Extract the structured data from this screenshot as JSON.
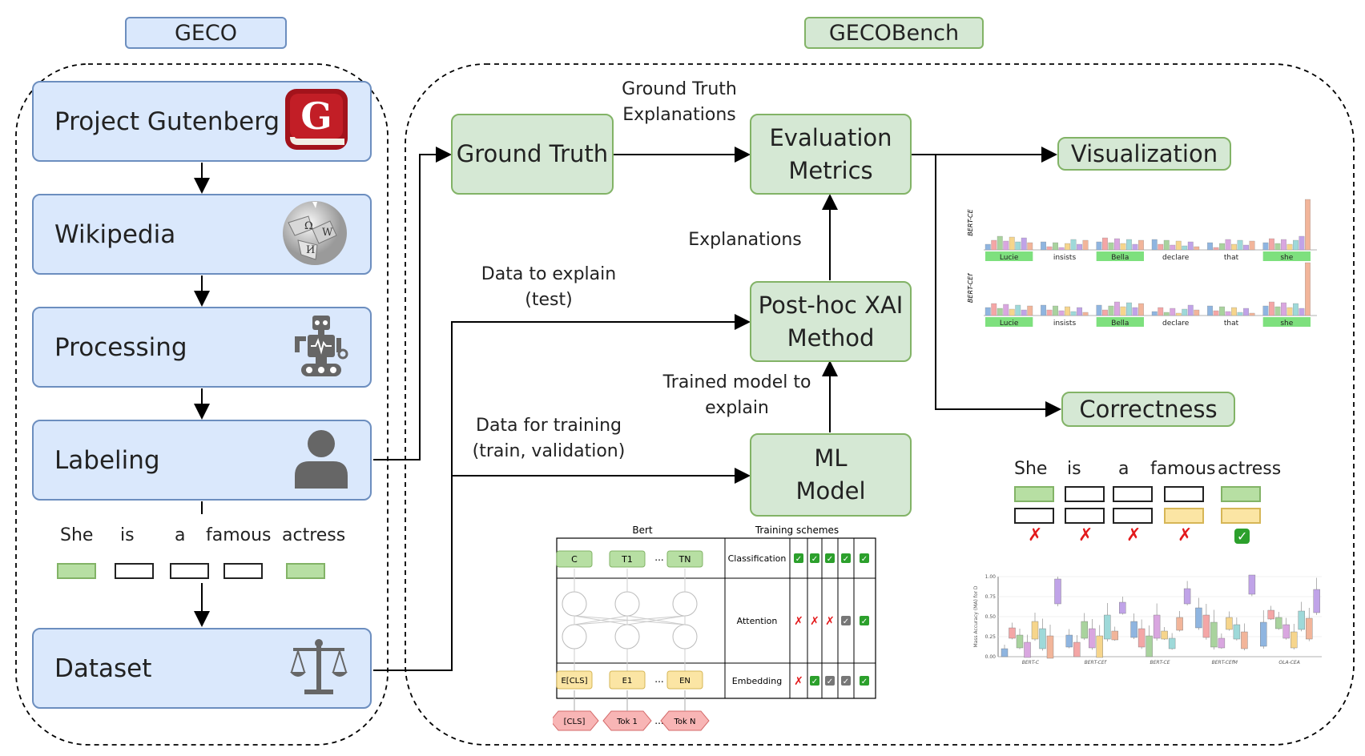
{
  "geco": {
    "title": "GECO",
    "steps": [
      {
        "label": "Project Gutenberg",
        "icon": "gutenberg-book-icon"
      },
      {
        "label": "Wikipedia",
        "icon": "wikipedia-globe-icon"
      },
      {
        "label": "Processing",
        "icon": "robot-icon"
      },
      {
        "label": "Labeling",
        "icon": "person-icon"
      },
      {
        "label": "Dataset",
        "icon": "balance-scale-icon"
      }
    ],
    "example": {
      "words": [
        "She",
        "is",
        "a",
        "famous",
        "actress"
      ],
      "labels": [
        1,
        0,
        0,
        0,
        1
      ]
    }
  },
  "gecobench": {
    "title": "GECOBench",
    "nodes": {
      "ground_truth": "Ground Truth",
      "eval_line1": "Evaluation",
      "eval_line2": "Metrics",
      "xai_line1": "Post-hoc XAI",
      "xai_line2": "Method",
      "ml_line1": "ML",
      "ml_line2": "Model",
      "visualization": "Visualization",
      "correctness": "Correctness"
    },
    "edge_labels": {
      "gt_expl_1": "Ground Truth",
      "gt_expl_2": "Explanations",
      "explanations": "Explanations",
      "explain_1": "Data to explain",
      "explain_2": "(test)",
      "trained_1": "Trained model to",
      "trained_2": "explain",
      "training_1": "Data for training",
      "training_2": "(train, validation)"
    },
    "correctness_example": {
      "words": [
        "She",
        "is",
        "a",
        "famous",
        "actress"
      ],
      "ground_truth_row": [
        "on",
        "off",
        "off",
        "off",
        "on"
      ],
      "explanation_row": [
        "off",
        "off",
        "off",
        "yel",
        "yel"
      ],
      "marks": [
        "✗",
        "✗",
        "✗",
        "✗",
        "✓"
      ]
    },
    "bert": {
      "title": "Bert",
      "schemes_title": "Training schemes",
      "outputs": [
        "C",
        "T1",
        "...",
        "TN"
      ],
      "embeddings": [
        "E[CLS]",
        "E1",
        "...",
        "EN"
      ],
      "tokens": [
        "[CLS]",
        "Tok 1",
        "...",
        "Tok N"
      ],
      "rows": [
        {
          "name": "Classification",
          "marks": [
            "g",
            "g",
            "g",
            "g",
            "g"
          ]
        },
        {
          "name": "Attention",
          "marks": [
            "x",
            "x",
            "x",
            "d",
            "g"
          ]
        },
        {
          "name": "Embedding",
          "marks": [
            "x",
            "g",
            "d",
            "d",
            "g"
          ]
        }
      ]
    },
    "viz": {
      "rows": [
        {
          "model": "BERT-CE",
          "words": [
            "Lucie",
            "insists",
            "Bella",
            "declare",
            "that",
            "she"
          ],
          "highlight": [
            true,
            false,
            true,
            false,
            false,
            true
          ]
        },
        {
          "model": "BERT-CEf",
          "words": [
            "Lucie",
            "insists",
            "Bella",
            "declare",
            "that",
            "she"
          ],
          "highlight": [
            true,
            false,
            true,
            false,
            false,
            true
          ]
        }
      ]
    },
    "boxplot": {
      "ylabel": "Mass Accuracy (MA) for D",
      "yticks": [
        "0.00",
        "0.25",
        "0.50",
        "0.75",
        "1.00"
      ],
      "groups": [
        "BERT-C",
        "BERT-CEf",
        "BERT-CE",
        "BERT-CEfM",
        "OLA-CEA"
      ]
    }
  }
}
